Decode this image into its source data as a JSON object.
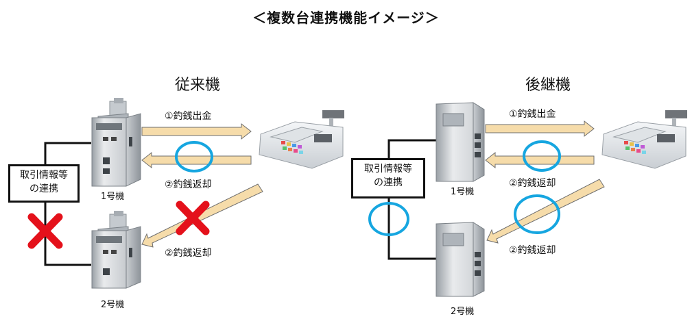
{
  "title": "＜複数台連携機能イメージ＞",
  "left_panel": {
    "heading": "従来機",
    "info_box_line1": "取引情報等",
    "info_box_line2": "の連携",
    "machine1_label": "1号機",
    "machine2_label": "2号機",
    "arrow1_label": "①釣銭出金",
    "arrow2_label": "②釣銭返却",
    "arrow3_label": "②釣銭返却"
  },
  "right_panel": {
    "heading": "後継機",
    "info_box_line1": "取引情報等",
    "info_box_line2": "の連携",
    "machine1_label": "1号機",
    "machine2_label": "2号機",
    "arrow1_label": "①釣銭出金",
    "arrow2_label": "②釣銭返却",
    "arrow3_label": "②釣銭返却"
  },
  "colors": {
    "arrow_fill": "#f6dcaa",
    "arrow_stroke": "#6e6e6e",
    "circle": "#16a6e0",
    "cross": "#e4111b",
    "line": "#111111"
  }
}
